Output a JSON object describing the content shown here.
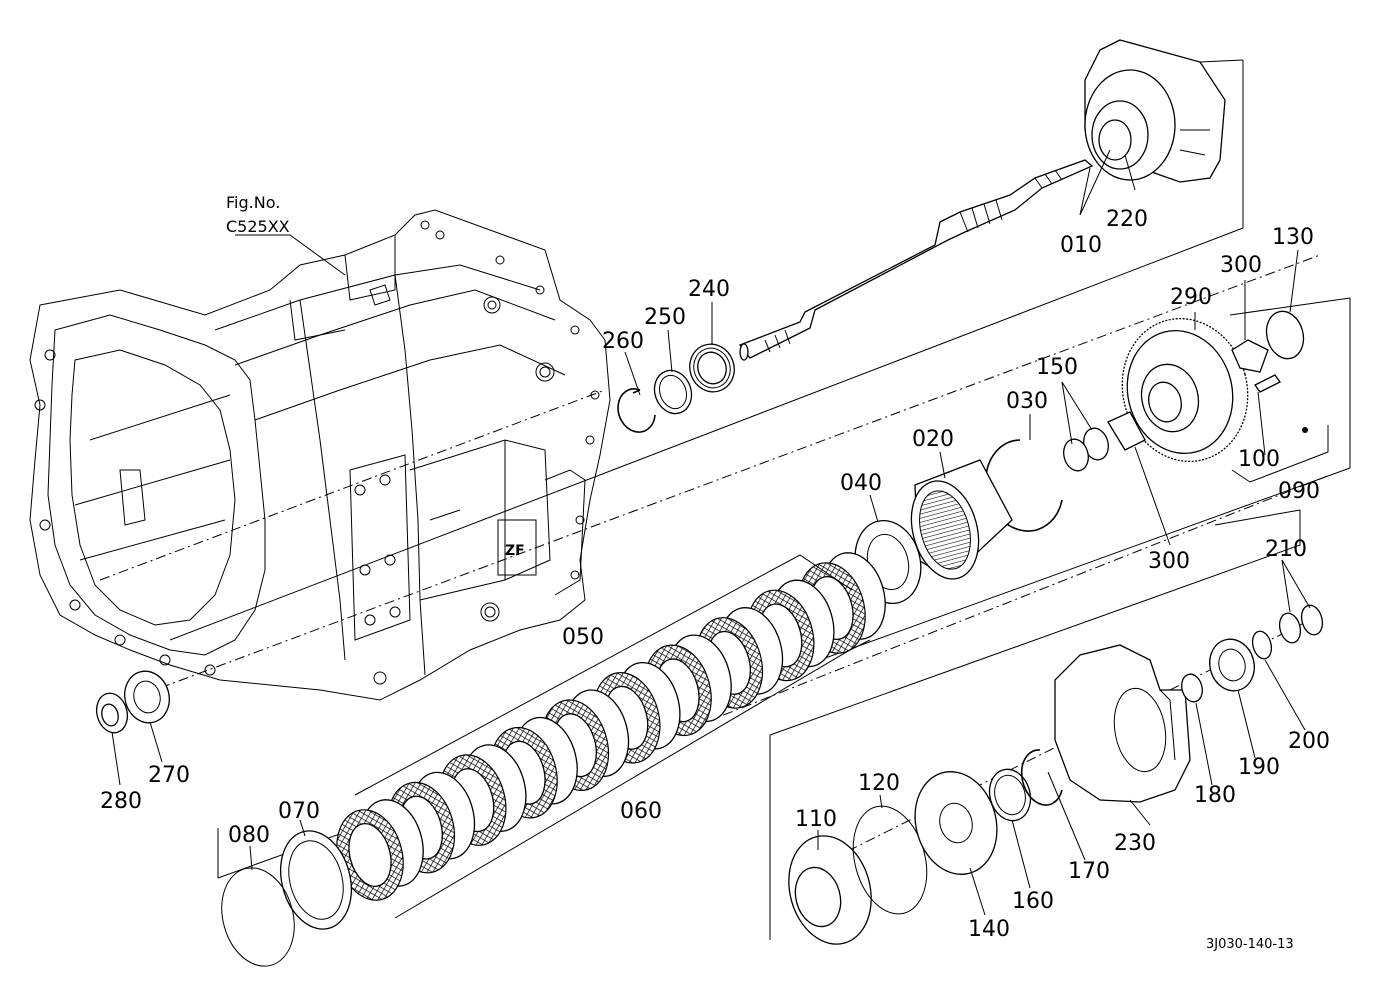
{
  "figure_reference": {
    "line1": "Fig.No.",
    "line2": "C525XX"
  },
  "drawing_code": "3J030-140-13",
  "part_labels": {
    "p010": "010",
    "p020": "020",
    "p030": "030",
    "p040": "040",
    "p050": "050",
    "p060": "060",
    "p070": "070",
    "p080": "080",
    "p090": "090",
    "p100": "100",
    "p110": "110",
    "p120": "120",
    "p130": "130",
    "p140": "140",
    "p150": "150",
    "p160": "160",
    "p170": "170",
    "p180": "180",
    "p190": "190",
    "p200": "200",
    "p210": "210",
    "p220": "220",
    "p230": "230",
    "p240": "240",
    "p250": "250",
    "p260": "260",
    "p270": "270",
    "p280": "280",
    "p290": "290",
    "p300a": "300",
    "p300b": "300"
  }
}
